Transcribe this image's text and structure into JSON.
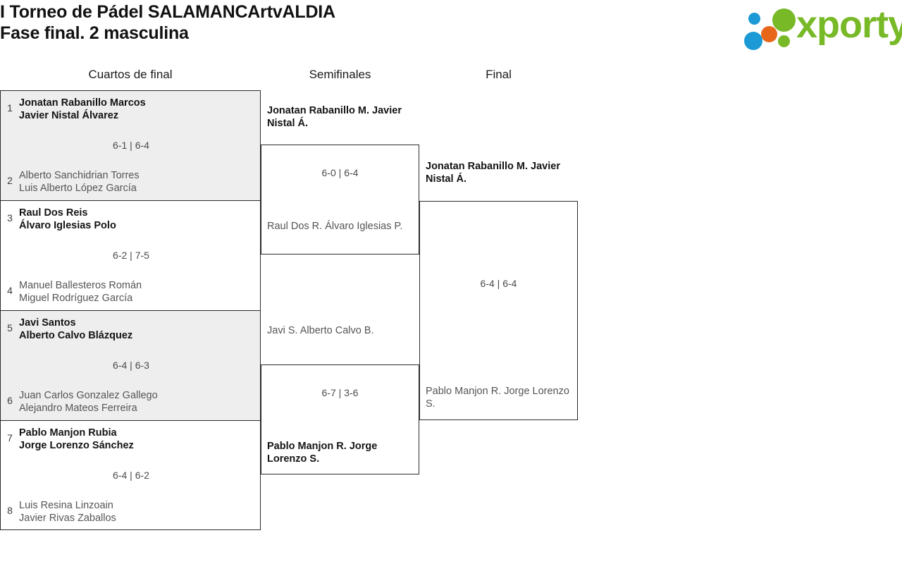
{
  "header": {
    "title_line1": "I Torneo de Pádel SALAMANCArtvALDIA",
    "title_line2": "Fase final. 2 masculina",
    "brand": {
      "name": "xporty",
      "colors": {
        "green": "#78b928",
        "blue": "#1b9ad6",
        "orange": "#e8661a"
      }
    }
  },
  "rounds": [
    {
      "label": "Cuartos de final"
    },
    {
      "label": "Semifinales"
    },
    {
      "label": "Final"
    }
  ],
  "quarterfinals": [
    {
      "seed_top": "1",
      "top_p1": "Jonatan Rabanillo Marcos",
      "top_p2": "Javier Nistal Álvarez",
      "seed_bot": "2",
      "bot_p1": "Alberto Sanchidrian Torres",
      "bot_p2": "Luis Alberto López García",
      "score": "6-1 | 6-4",
      "winner": "top"
    },
    {
      "seed_top": "3",
      "top_p1": "Raul Dos Reis",
      "top_p2": "Álvaro Iglesias Polo",
      "seed_bot": "4",
      "bot_p1": "Manuel Ballesteros Román",
      "bot_p2": "Miguel Rodríguez García",
      "score": "6-2 | 7-5",
      "winner": "top"
    },
    {
      "seed_top": "5",
      "top_p1": "Javi Santos",
      "top_p2": "Alberto Calvo Blázquez",
      "seed_bot": "6",
      "bot_p1": "Juan Carlos Gonzalez Gallego",
      "bot_p2": "Alejandro Mateos Ferreira",
      "score": "6-4 | 6-3",
      "winner": "top"
    },
    {
      "seed_top": "7",
      "top_p1": "Pablo Manjon Rubia",
      "top_p2": "Jorge Lorenzo Sánchez",
      "seed_bot": "8",
      "bot_p1": "Luis Resina Linzoain",
      "bot_p2": "Javier Rivas Zaballos",
      "score": "6-4 | 6-2",
      "winner": "top"
    }
  ],
  "semifinals": [
    {
      "top_p1": "Jonatan Rabanillo M.",
      "top_p2": "Javier Nistal Á.",
      "bot_p1": "Raul Dos R.",
      "bot_p2": "Álvaro Iglesias P.",
      "score": "6-0 | 6-4",
      "winner": "top"
    },
    {
      "top_p1": "Javi S.",
      "top_p2": "Alberto Calvo B.",
      "bot_p1": "Pablo Manjon R.",
      "bot_p2": "Jorge Lorenzo S.",
      "score": "6-7 | 3-6",
      "winner": "bottom"
    }
  ],
  "final": {
    "top_p1": "Jonatan Rabanillo M.",
    "top_p2": "Javier Nistal Á.",
    "bot_p1": "Pablo Manjon R.",
    "bot_p2": "Jorge Lorenzo S.",
    "score": "6-4 | 6-4",
    "winner": "top"
  }
}
